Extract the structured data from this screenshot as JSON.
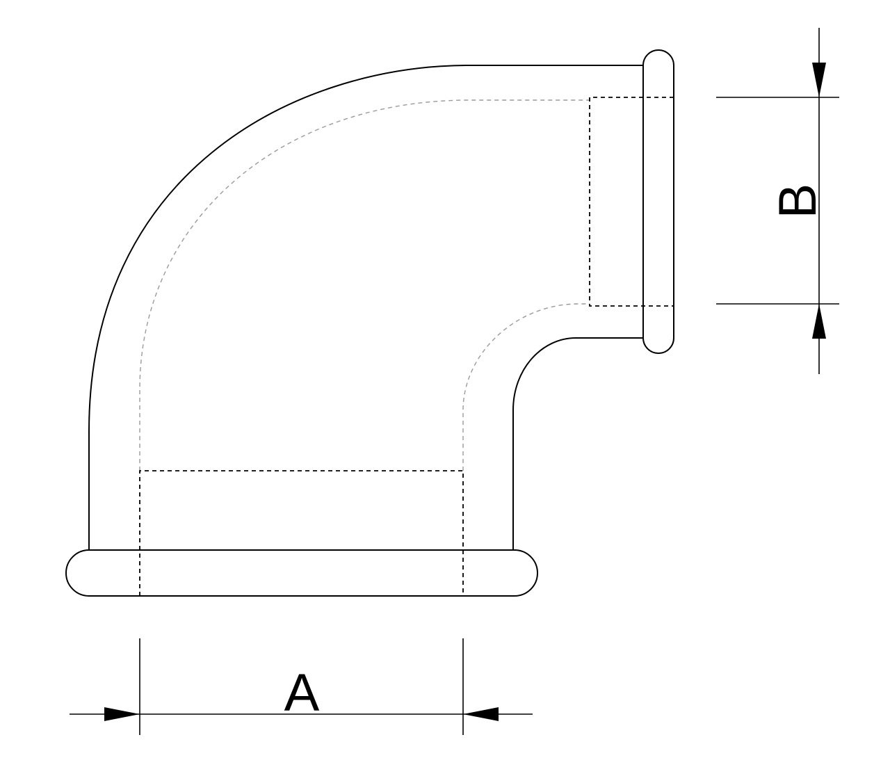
{
  "diagram": {
    "dimensions": [
      {
        "id": "A",
        "label": "A"
      },
      {
        "id": "B",
        "label": "B"
      }
    ],
    "colors": {
      "line": "#000000",
      "hidden_curve": "#9a9a9a",
      "background": "#ffffff"
    }
  }
}
